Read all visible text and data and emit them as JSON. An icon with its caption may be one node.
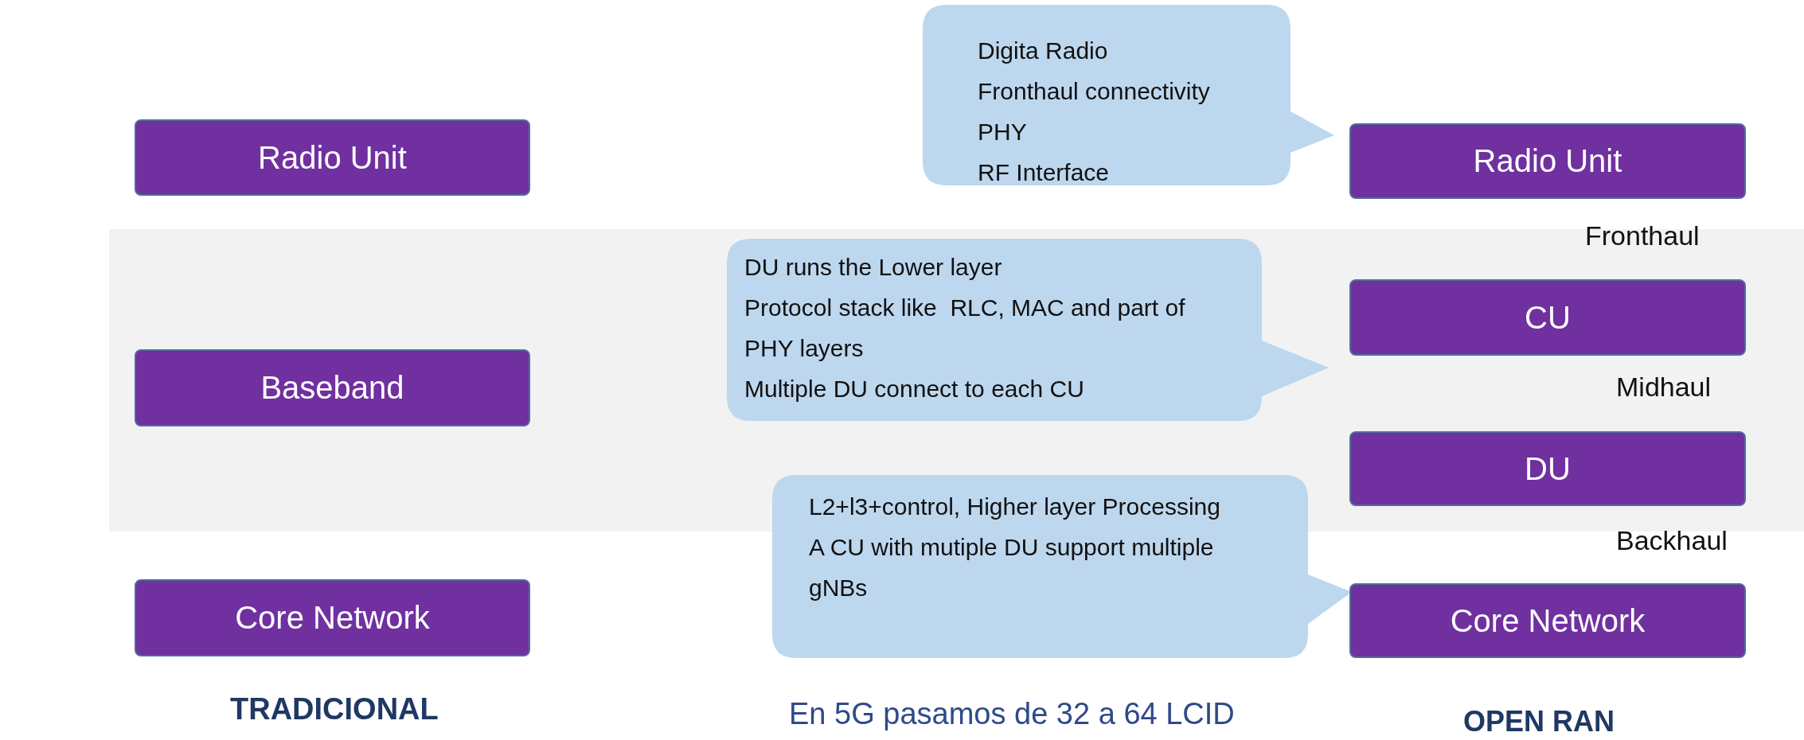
{
  "diagram": {
    "nodes": [
      {
        "text": [
          "Radio Unit"
        ]
      },
      {
        "text": [
          "Baseband"
        ]
      },
      {
        "text": [
          "Core Network"
        ]
      },
      {
        "text": [
          "Digita Radio",
          "Fronthaul connectivity",
          "PHY",
          "RF Interface"
        ]
      },
      {
        "text": [
          "Radio Unit"
        ]
      },
      {
        "text": [
          "DU runs the Lower layer",
          "Protocol stack like  RLC, MAC and part of PHY layers",
          "Multiple DU connect to each CU"
        ]
      },
      {
        "text": [
          "CU"
        ]
      },
      {
        "text": [
          "DU"
        ]
      },
      {
        "text": [
          "L2+l3+control, Higher layer Processing",
          "A CU with mutiple DU support multiple gNBs"
        ]
      },
      {
        "text": [
          "Core Network"
        ]
      }
    ],
    "labels": [
      "Fronthaul",
      "Midhaul",
      "Backhaul",
      "TRADICIONAL",
      "En 5G pasamos de 32 a 64 LCID",
      "OPEN RAN"
    ]
  }
}
